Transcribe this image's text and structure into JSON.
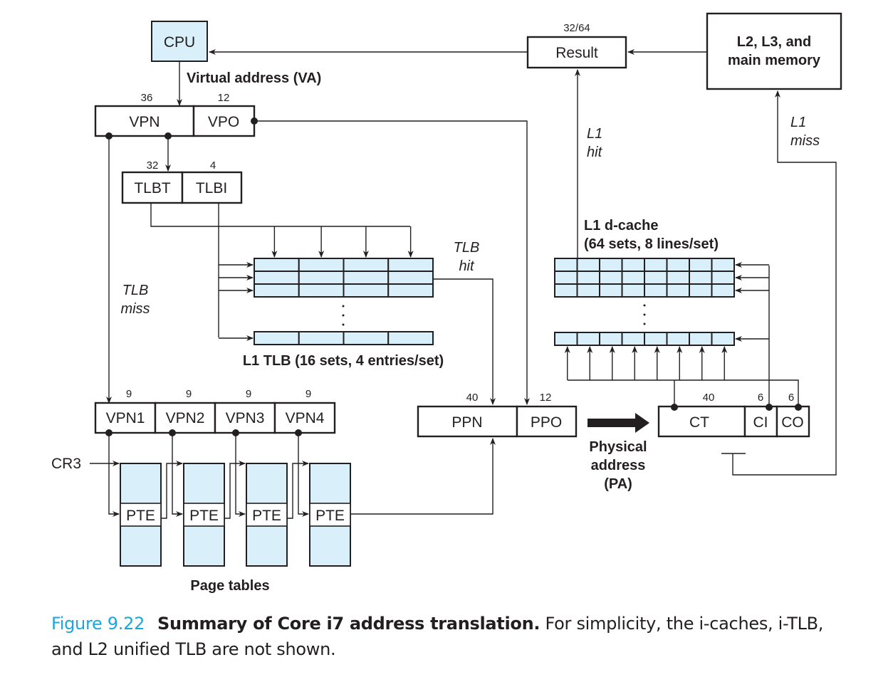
{
  "figure": {
    "caption": {
      "number": "Figure 9.22",
      "title": "Summary of Core i7 address translation.",
      "text": " For simplicity, the i-caches, i-TLB, and L2 unified TLB are not shown."
    },
    "colors": {
      "cell_fill": "#d9f0fb",
      "line": "#231f20",
      "caption_accent": "#1ba7dd"
    }
  },
  "cpu": {
    "label": "CPU"
  },
  "result": {
    "label": "Result",
    "width_label": "32/64"
  },
  "memory": {
    "line1": "L2, L3, and",
    "line2": "main memory"
  },
  "va": {
    "label": "Virtual address (VA)",
    "vpn": {
      "label": "VPN",
      "bits": "36"
    },
    "vpo": {
      "label": "VPO",
      "bits": "12"
    }
  },
  "tlb_index": {
    "tlbt": {
      "label": "TLBT",
      "bits": "32"
    },
    "tlbi": {
      "label": "TLBI",
      "bits": "4"
    }
  },
  "tlb": {
    "title": "L1 TLB (16 sets, 4 entries/set)",
    "hit_line1": "TLB",
    "hit_line2": "hit",
    "miss_line1": "TLB",
    "miss_line2": "miss",
    "entries_per_set": 4
  },
  "vpn_split": [
    {
      "label": "VPN1",
      "bits": "9"
    },
    {
      "label": "VPN2",
      "bits": "9"
    },
    {
      "label": "VPN3",
      "bits": "9"
    },
    {
      "label": "VPN4",
      "bits": "9"
    }
  ],
  "cr3": {
    "label": "CR3"
  },
  "page_tables": {
    "title": "Page tables",
    "pte_label": "PTE"
  },
  "pa": {
    "ppn": {
      "label": "PPN",
      "bits": "40"
    },
    "ppo": {
      "label": "PPO",
      "bits": "12"
    },
    "line1": "Physical",
    "line2": "address",
    "line3": "(PA)"
  },
  "cache_addr": {
    "ct": {
      "label": "CT",
      "bits": "40"
    },
    "ci": {
      "label": "CI",
      "bits": "6"
    },
    "co": {
      "label": "CO",
      "bits": "6"
    }
  },
  "dcache": {
    "title_line1": "L1 d-cache",
    "title_line2": "(64 sets, 8 lines/set)",
    "lines_per_set": 8,
    "hit_line1": "L1",
    "hit_line2": "hit",
    "miss_line1": "L1",
    "miss_line2": "miss"
  }
}
